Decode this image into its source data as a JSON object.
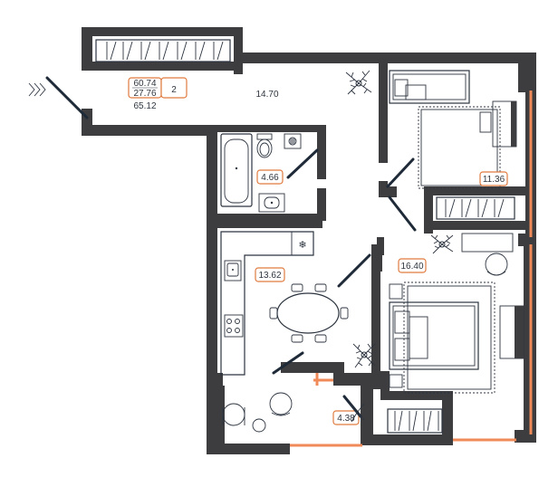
{
  "apartment": {
    "rooms_count": "2",
    "living_area": "60.74",
    "kitchen_area": "27.76",
    "total_area": "65.12"
  },
  "rooms": {
    "hall": "14.70",
    "bathroom": "4.66",
    "small_bedroom": "11.36",
    "kitchen": "13.62",
    "bedroom": "16.40",
    "balcony": "4.38"
  },
  "entrance_icon": "chevron-arrows-icon",
  "colors": {
    "wall": "#3d3d3f",
    "accent": "#e07a3f",
    "window": "#f08a58",
    "line": "#2c3440"
  }
}
